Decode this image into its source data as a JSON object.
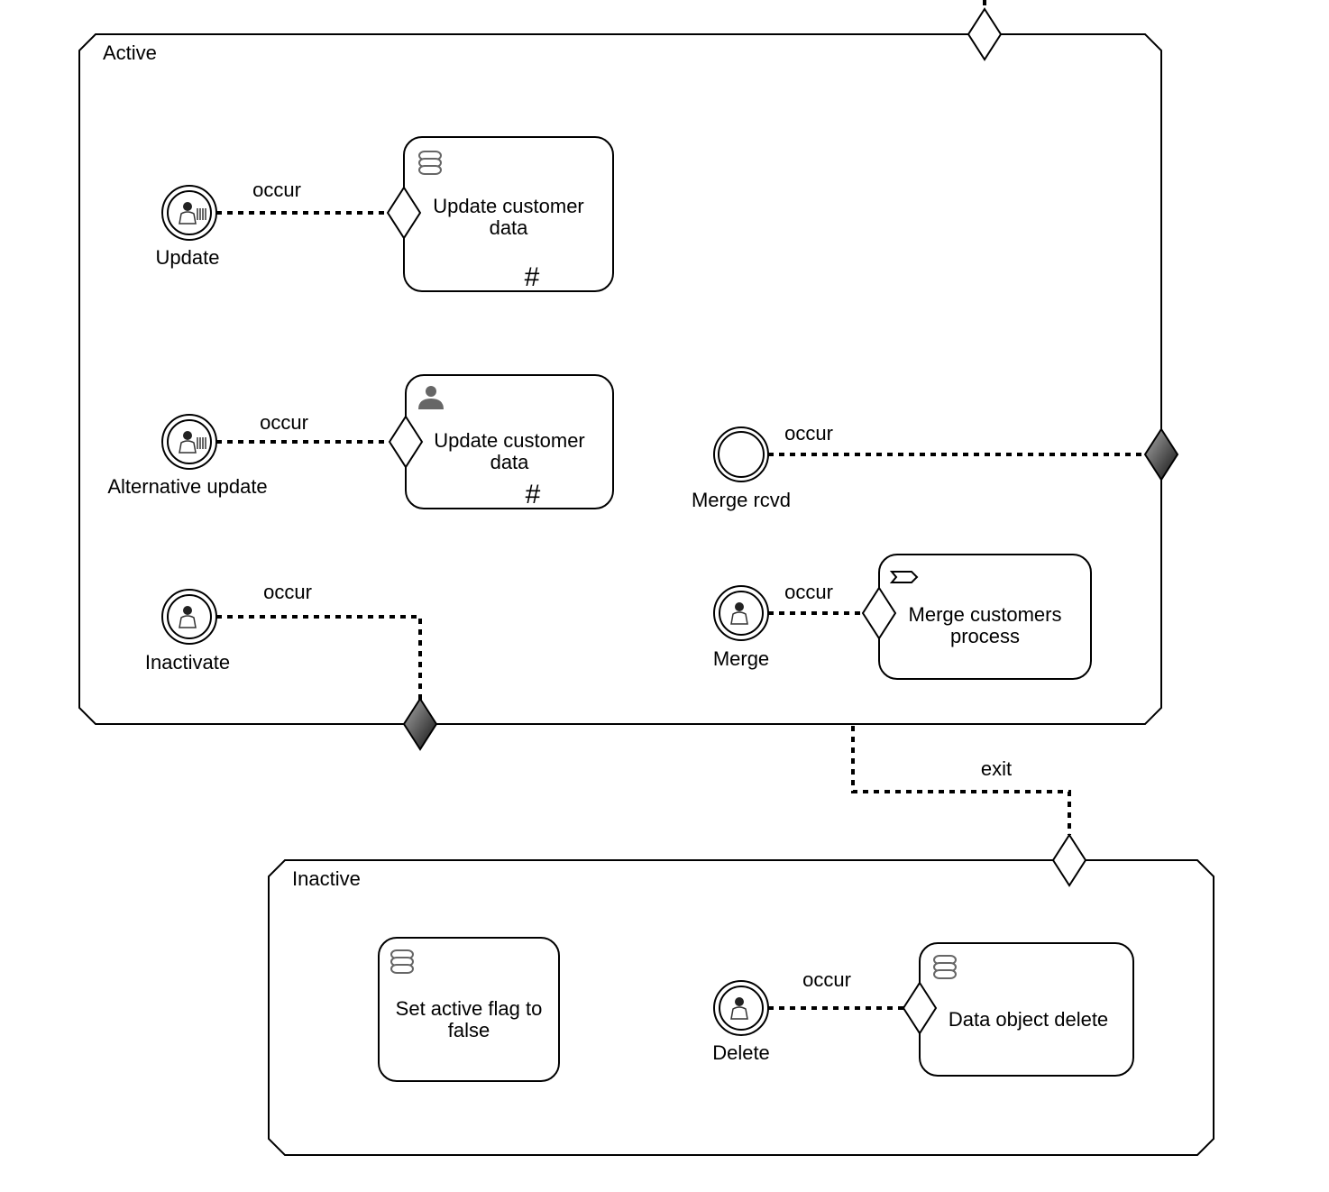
{
  "stages": [
    {
      "id": "active",
      "label": "Active"
    },
    {
      "id": "inactive",
      "label": "Inactive"
    }
  ],
  "tasks": [
    {
      "id": "t1",
      "lines": [
        "Update customer",
        "data"
      ],
      "icon": "database-icon",
      "marker": "#"
    },
    {
      "id": "t2",
      "lines": [
        "Update customer",
        "data"
      ],
      "icon": "user-icon",
      "marker": "#"
    },
    {
      "id": "t3",
      "lines": [
        "Merge customers",
        "process"
      ],
      "icon": "process-icon",
      "marker": ""
    },
    {
      "id": "t4",
      "lines": [
        "Set active flag to",
        "false"
      ],
      "icon": "database-icon",
      "marker": ""
    },
    {
      "id": "t5",
      "lines": [
        "Data object delete"
      ],
      "icon": "database-icon",
      "marker": ""
    }
  ],
  "listeners": [
    {
      "id": "update",
      "label": "Update",
      "icon": "user-timer-icon"
    },
    {
      "id": "alt",
      "label": "Alternative update",
      "icon": "user-timer-icon"
    },
    {
      "id": "inactivate",
      "label": "Inactivate",
      "icon": "user-icon"
    },
    {
      "id": "mergercvd",
      "label": "Merge rcvd",
      "icon": ""
    },
    {
      "id": "merge",
      "label": "Merge",
      "icon": "user-icon"
    },
    {
      "id": "delete",
      "label": "Delete",
      "icon": "user-icon"
    }
  ],
  "connectors": [
    {
      "label": "occur"
    },
    {
      "label": "occur"
    },
    {
      "label": "occur"
    },
    {
      "label": "occur"
    },
    {
      "label": "occur"
    },
    {
      "label": "occur"
    },
    {
      "label": "exit"
    }
  ],
  "colors": {
    "stroke": "#000000",
    "filled_sentry": "#333333",
    "icon": "#666666"
  }
}
